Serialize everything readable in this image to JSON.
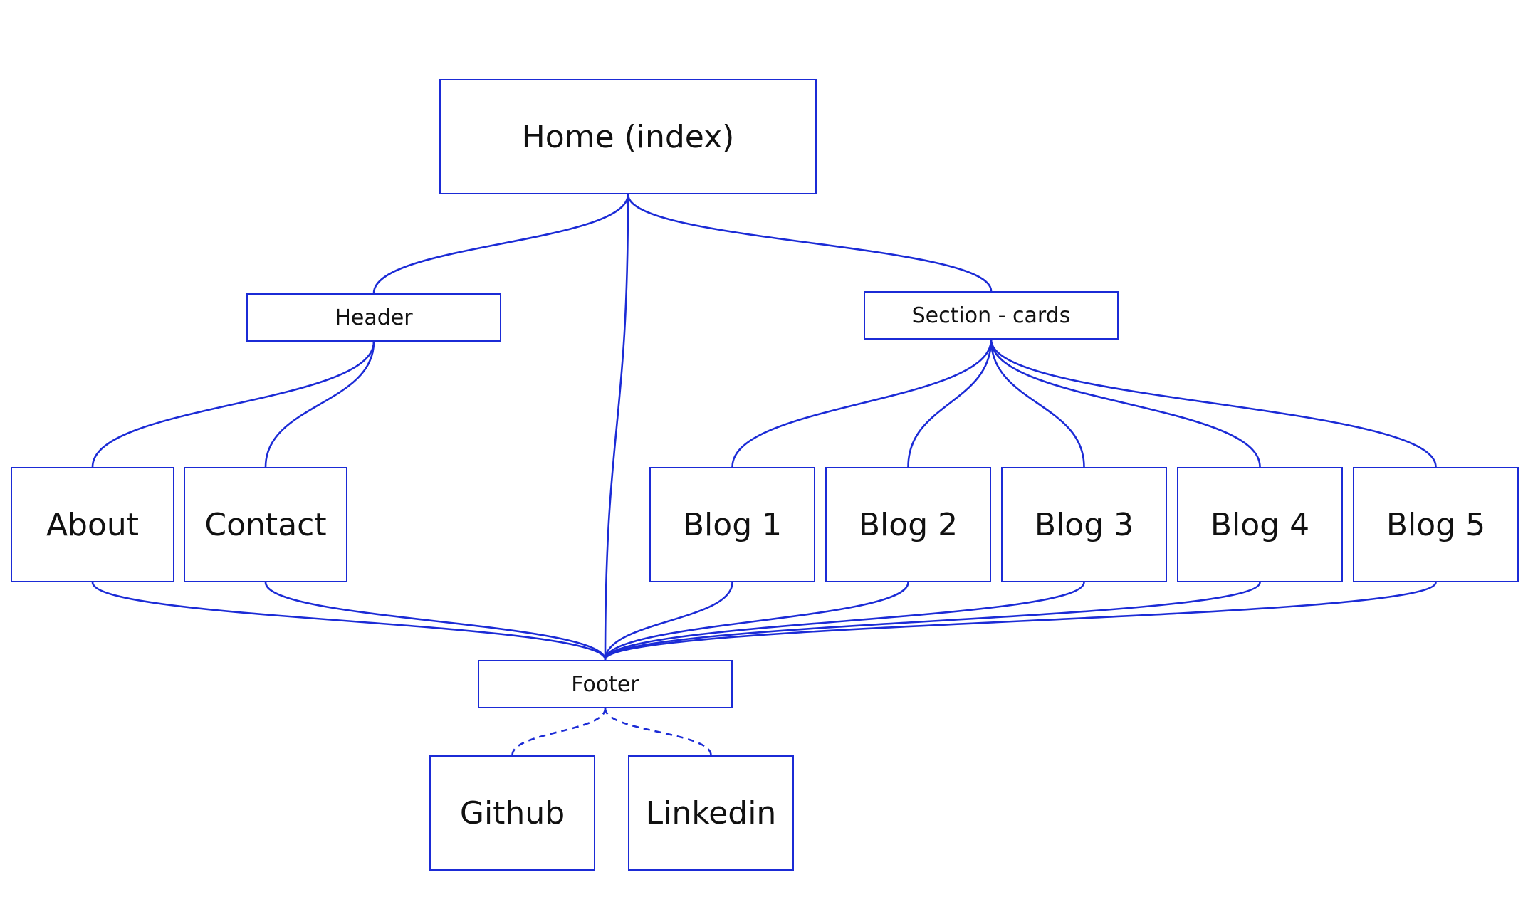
{
  "nodes": {
    "home": "Home (index)",
    "header": "Header",
    "section": "Section - cards",
    "about": "About",
    "contact": "Contact",
    "blog1": "Blog 1",
    "blog2": "Blog 2",
    "blog3": "Blog 3",
    "blog4": "Blog 4",
    "blog5": "Blog 5",
    "footer": "Footer",
    "github": "Github",
    "linkedin": "Linkedin"
  },
  "edges": [
    {
      "from": "home",
      "to": "header",
      "style": "solid"
    },
    {
      "from": "home",
      "to": "section",
      "style": "solid"
    },
    {
      "from": "home",
      "to": "footer",
      "style": "solid"
    },
    {
      "from": "header",
      "to": "about",
      "style": "solid"
    },
    {
      "from": "header",
      "to": "contact",
      "style": "solid"
    },
    {
      "from": "section",
      "to": "blog1",
      "style": "solid"
    },
    {
      "from": "section",
      "to": "blog2",
      "style": "solid"
    },
    {
      "from": "section",
      "to": "blog3",
      "style": "solid"
    },
    {
      "from": "section",
      "to": "blog4",
      "style": "solid"
    },
    {
      "from": "section",
      "to": "blog5",
      "style": "solid"
    },
    {
      "from": "about",
      "to": "footer",
      "style": "solid"
    },
    {
      "from": "contact",
      "to": "footer",
      "style": "solid"
    },
    {
      "from": "blog1",
      "to": "footer",
      "style": "solid"
    },
    {
      "from": "blog2",
      "to": "footer",
      "style": "solid"
    },
    {
      "from": "blog3",
      "to": "footer",
      "style": "solid"
    },
    {
      "from": "blog4",
      "to": "footer",
      "style": "solid"
    },
    {
      "from": "blog5",
      "to": "footer",
      "style": "solid"
    },
    {
      "from": "footer",
      "to": "github",
      "style": "dashed"
    },
    {
      "from": "footer",
      "to": "linkedin",
      "style": "dashed"
    }
  ],
  "colors": {
    "stroke": "#1b2bd6",
    "text": "#111111",
    "background": "#ffffff"
  }
}
